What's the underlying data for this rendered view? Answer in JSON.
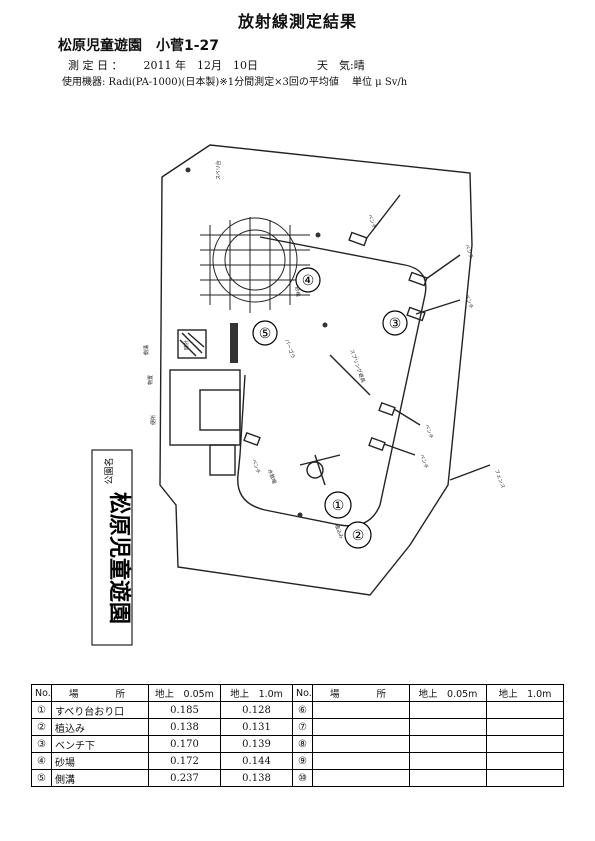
{
  "header": {
    "title": "放射線測定結果",
    "park_name": "松原児童遊園　小菅1-27",
    "date_label": "測 定 日 ：",
    "date_value": "2011 年　12月　10日",
    "weather_label": "天　気:",
    "weather_value": "晴",
    "device_line": "使用機器: Radi(PA-1000)(日本製)※1分間測定×3回の平均値　 単位 μ Sv/h"
  },
  "map": {
    "park_sign": "公園名",
    "park_sign_name": "松原児童遊園",
    "markers": [
      "①",
      "②",
      "③",
      "④",
      "⑤"
    ],
    "labels": {
      "bench": "ベンチ",
      "slide": "スベリ台",
      "sandbox": "砂場",
      "pergola": "パーゴラ",
      "fence": "フェンス",
      "spring": "スプリング遊具",
      "storage": "物置",
      "toilet": "便所",
      "clock": "時計",
      "drinking": "水飲場",
      "ditch": "側溝",
      "planting": "植込み"
    }
  },
  "table": {
    "headers": [
      "No.",
      "場　　所",
      "地上　0.05m",
      "地上　1.0m",
      "No.",
      "場　　所",
      "地上　0.05m",
      "地上　1.0m"
    ],
    "rows": [
      {
        "no_l": "①",
        "loc_l": "すべり台おり口",
        "v1_l": "0.185",
        "v2_l": "0.128",
        "no_r": "⑥",
        "loc_r": "",
        "v1_r": "",
        "v2_r": ""
      },
      {
        "no_l": "②",
        "loc_l": "植込み",
        "v1_l": "0.138",
        "v2_l": "0.131",
        "no_r": "⑦",
        "loc_r": "",
        "v1_r": "",
        "v2_r": ""
      },
      {
        "no_l": "③",
        "loc_l": "ベンチ下",
        "v1_l": "0.170",
        "v2_l": "0.139",
        "no_r": "⑧",
        "loc_r": "",
        "v1_r": "",
        "v2_r": ""
      },
      {
        "no_l": "④",
        "loc_l": "砂場",
        "v1_l": "0.172",
        "v2_l": "0.144",
        "no_r": "⑨",
        "loc_r": "",
        "v1_r": "",
        "v2_r": ""
      },
      {
        "no_l": "⑤",
        "loc_l": "側溝",
        "v1_l": "0.237",
        "v2_l": "0.138",
        "no_r": "⑩",
        "loc_r": "",
        "v1_r": "",
        "v2_r": ""
      }
    ]
  }
}
